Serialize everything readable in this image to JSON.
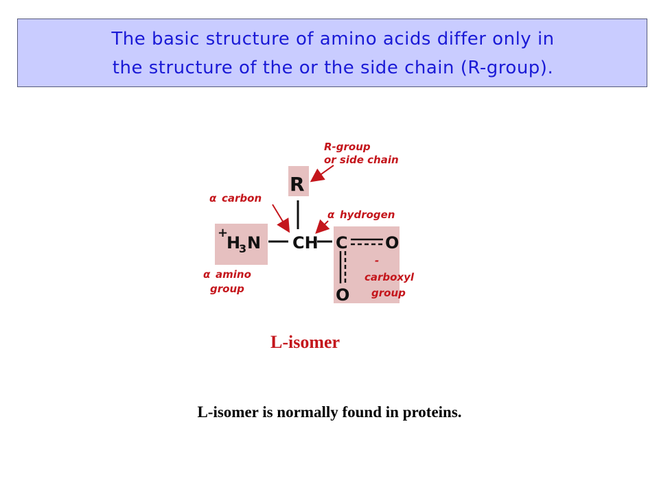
{
  "title": {
    "line1": "The basic structure of amino acids differ only in",
    "line2": "the structure of the or the side chain (R-group)."
  },
  "diagram": {
    "labels": {
      "r_group_1": "R-group",
      "r_group_2": "or side chain",
      "alpha_carbon": "carbon",
      "alpha_hydrogen": "hydrogen",
      "alpha_amino_1": "amino",
      "alpha_amino_2": "group",
      "carboxyl_charge": "-",
      "carboxyl_1": "carboxyl",
      "carboxyl_2": "group",
      "alpha_symbol": "α"
    },
    "atoms": {
      "r": "R",
      "plus": "+",
      "h3n_h": "H",
      "h3n_sub": "3",
      "h3n_n": "N",
      "ch": "CH",
      "c": "C",
      "o_right": "O",
      "o_bottom": "O"
    },
    "colors": {
      "highlight": "#e6c0c0",
      "arrow": "#c4161c",
      "label": "#c4161c",
      "title_bg": "#c9ccff",
      "title_text": "#1a1ad6"
    }
  },
  "isomer_label": "L-isomer",
  "footer": "L-isomer is normally found in proteins."
}
